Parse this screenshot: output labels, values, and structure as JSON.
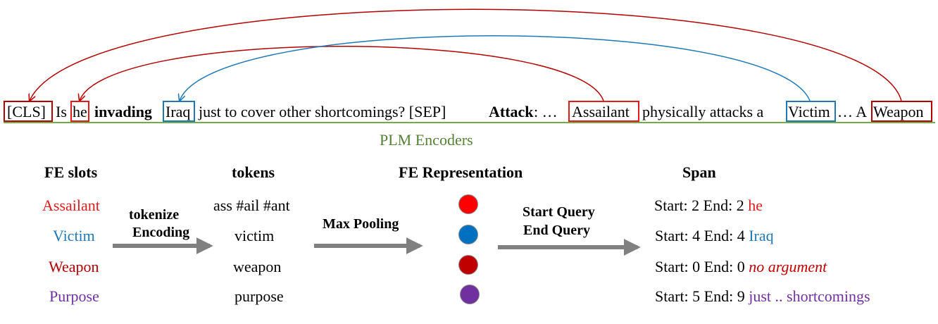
{
  "colors": {
    "red": "#e31a1c",
    "blue": "#1f78b4",
    "darkred": "#b30000",
    "purple": "#7030a0",
    "green": "#70ad47",
    "gray": "#808080"
  },
  "sentence": {
    "cls": "[CLS]",
    "is": "Is",
    "he": "he",
    "invading": "invading",
    "iraq": "Iraq",
    "rest": "just to cover other shortcomings? [SEP]",
    "attack": "Attack",
    "colon": ": …",
    "assailant": "Assailant",
    "phys": "physically attacks a",
    "victim": "Victim",
    "ellipsis_a": "… A",
    "weapon": "Weapon"
  },
  "encoder_label": "PLM Encoders",
  "headers": {
    "fe_slots": "FE slots",
    "tokens": "tokens",
    "fe_representation": "FE Representation",
    "span": "Span"
  },
  "fe_slots": [
    "Assailant",
    "Victim",
    "Weapon",
    "Purpose",
    "…"
  ],
  "tokens": [
    "ass #ail #ant",
    "victim",
    "weapon",
    "purpose",
    "…"
  ],
  "arrows": {
    "tokenize_line1": "tokenize",
    "tokenize_line2": "Encoding",
    "max_pooling": "Max Pooling",
    "query_line1": "Start Query",
    "query_line2": "End Query"
  },
  "dot_colors": [
    "#ff0000",
    "#0070c0",
    "#c00000",
    "#7030a0"
  ],
  "rep_ellipsis": "…",
  "spans": [
    {
      "prefix": "Start: 2 End: 2",
      "answer": "he"
    },
    {
      "prefix": "Start: 4 End: 4",
      "answer": "Iraq"
    },
    {
      "prefix": "Start: 0 End: 0",
      "answer": "no argument"
    },
    {
      "prefix": "Start: 5 End: 9",
      "answer": "just .. shortcomings"
    },
    {
      "prefix": "…",
      "answer": ""
    }
  ]
}
